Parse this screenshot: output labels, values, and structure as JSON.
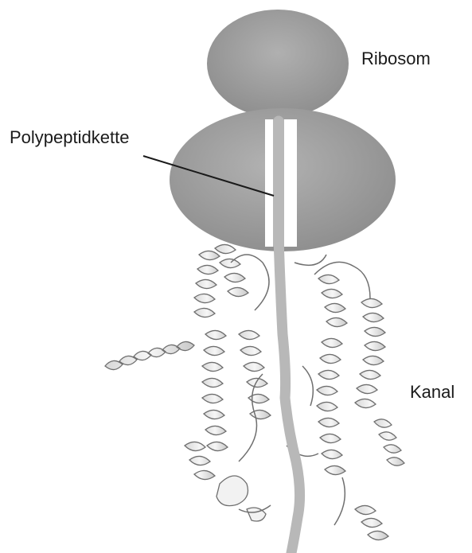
{
  "labels": {
    "ribosome": "Ribosom",
    "chain": "Polypeptidkette",
    "channel": "Kanal"
  },
  "colors": {
    "ribosome_dark": "#8a8a8a",
    "ribosome_light": "#a9a9a9",
    "chain": "#b5b5b5",
    "helix_light": "#efefef",
    "helix_stroke": "#6f6f6f",
    "text": "#1a1a1a"
  },
  "icons": [
    "ribosome-large-subunit",
    "ribosome-small-subunit",
    "polypeptide-chain",
    "channel-protein-ribbons"
  ]
}
